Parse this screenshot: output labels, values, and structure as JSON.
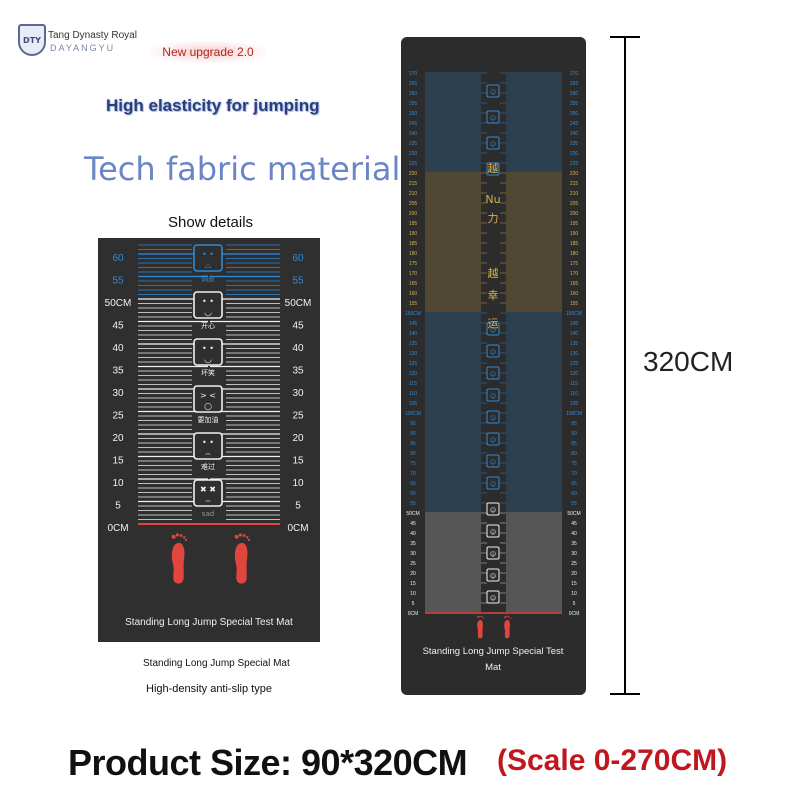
{
  "brand": {
    "logo_text": "DTY",
    "name": "Tang Dynasty Royal",
    "sub": "DAYANGYU"
  },
  "badge": {
    "upgrade": "New upgrade 2.0"
  },
  "headlines": {
    "elastic": "High elasticity for jumping",
    "fabric": "Tech fabric material",
    "details": "Show details"
  },
  "small_mat": {
    "labels": [
      "60",
      "55",
      "50CM",
      "45",
      "40",
      "35",
      "30",
      "25",
      "20",
      "15",
      "10",
      "5",
      "0CM"
    ],
    "faces": [
      {
        "face": "• •",
        "mouth": "⌓",
        "caption": "调皮"
      },
      {
        "face": "• •",
        "mouth": "◡",
        "caption": "开心"
      },
      {
        "face": "• •",
        "mouth": "◡",
        "caption": "坏笑"
      },
      {
        "face": "> <",
        "mouth": "○",
        "caption": "要加油"
      },
      {
        "face": "• •",
        "mouth": "⌢",
        "caption": "难过"
      },
      {
        "face": "✖ ✖",
        "mouth": "⌢",
        "caption": "sad"
      }
    ],
    "title": "Standing Long Jump Special Test Mat"
  },
  "captions": {
    "line1": "Standing Long Jump Special Mat",
    "line2": "High-density anti-slip type"
  },
  "big_mat": {
    "labels": [
      "270",
      "265",
      "260",
      "255",
      "250",
      "245",
      "240",
      "235",
      "230",
      "225",
      "220",
      "215",
      "210",
      "205",
      "200",
      "195",
      "190",
      "185",
      "180",
      "175",
      "170",
      "165",
      "160",
      "155",
      "150CM",
      "145",
      "140",
      "135",
      "130",
      "125",
      "120",
      "115",
      "110",
      "105",
      "100CM",
      "95",
      "90",
      "85",
      "80",
      "75",
      "70",
      "65",
      "60",
      "55",
      "50CM",
      "45",
      "40",
      "35",
      "30",
      "25",
      "20",
      "15",
      "10",
      "5",
      "0CM"
    ],
    "chars": [
      "越",
      "Nu",
      "力",
      "越",
      "幸",
      "运"
    ],
    "title_line1": "Standing Long Jump Special Test",
    "title_line2": "Mat"
  },
  "dimension": {
    "length": "320CM"
  },
  "footer": {
    "size": "Product Size: 90*320CM",
    "scale": "(Scale 0-270CM)"
  },
  "colors": {
    "mat": "#2f2f30",
    "blue": "#2f8ad6",
    "gold": "#d8b24a",
    "white": "#f0f0f0",
    "red": "#e0453e",
    "accent_red": "#c0171f"
  }
}
